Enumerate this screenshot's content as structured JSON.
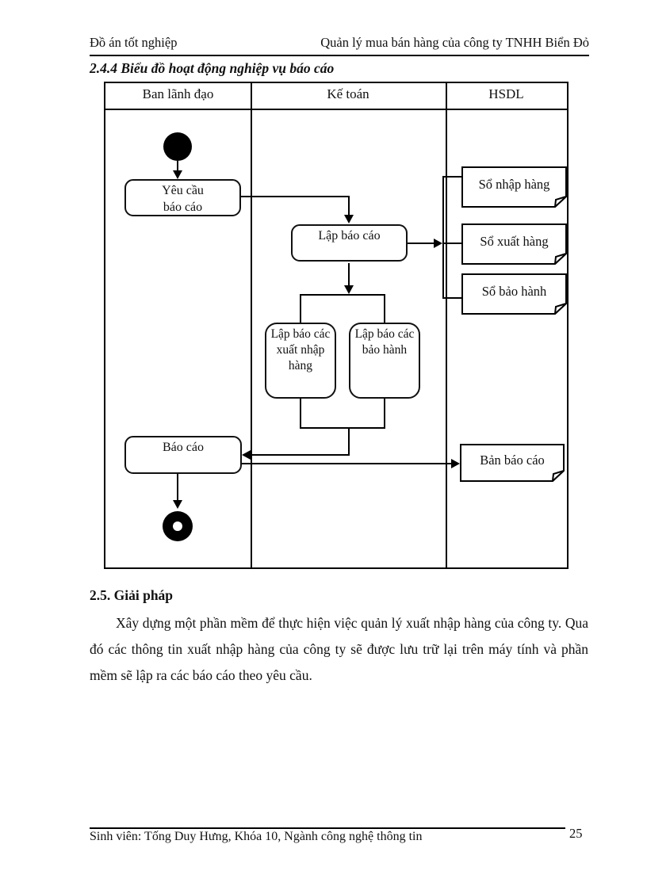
{
  "page": {
    "header_left": "Đồ án tốt nghiệp",
    "header_right": "Quản lý mua bán hàng của công ty TNHH Biển Đỏ",
    "section_heading": "2.4.4 Biểu đồ hoạt động nghiệp vụ báo cáo",
    "footer_left": "Sinh viên: Tống Duy Hưng, Khóa 10, Ngành công nghệ thông tin",
    "page_number": "25"
  },
  "diagram": {
    "lanes": [
      {
        "label": "Ban lãnh đạo"
      },
      {
        "label": "Kế toán"
      },
      {
        "label": "HSDL"
      }
    ],
    "activities": {
      "request": {
        "line1": "Yêu cầu",
        "line2": "báo cáo"
      },
      "create_report": {
        "line1": "Lập báo cáo"
      },
      "report_xnh": {
        "line1": "Lập báo các",
        "line2": "xuất nhập",
        "line3": "hàng"
      },
      "report_bh": {
        "line1": "Lập báo các",
        "line2": "bảo hành"
      },
      "report": {
        "line1": "Báo cáo"
      }
    },
    "documents": {
      "nhap": {
        "label": "Sổ nhập hàng"
      },
      "xuat": {
        "label": "Sổ xuất hàng"
      },
      "bao_hanh": {
        "label": "Sổ bảo hành"
      },
      "ban_bao_cao": {
        "label": "Bản báo cáo"
      }
    }
  },
  "solution": {
    "heading": "2.5. Giải pháp",
    "paragraph": "Xây dựng một phần mềm để thực hiện việc quản lý xuất nhập hàng của công ty. Qua đó các thông tin xuất nhập hàng của công ty sẽ được lưu trữ lại trên máy tính và phần mềm sẽ lập ra các báo cáo theo yêu cầu."
  }
}
